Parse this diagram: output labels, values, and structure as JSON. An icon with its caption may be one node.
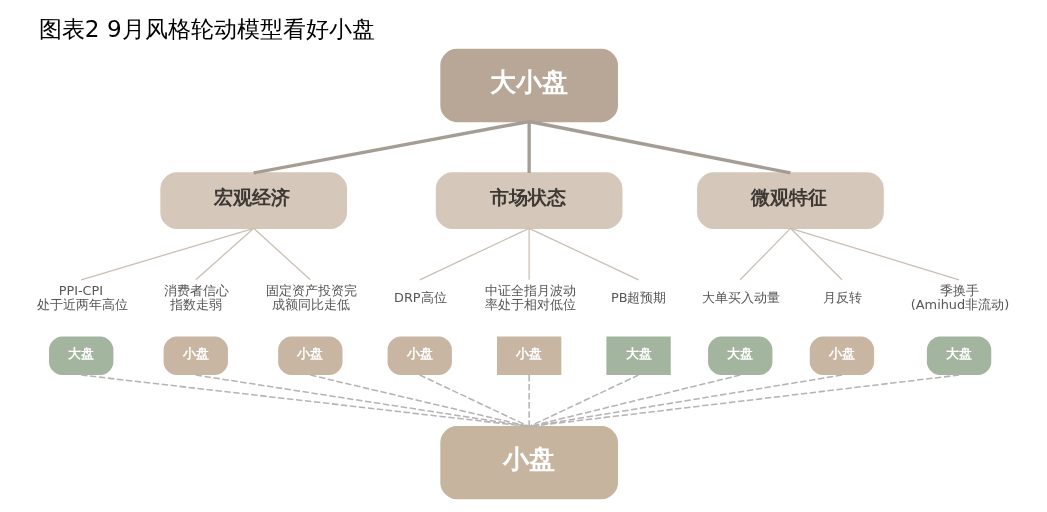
{
  "diagram": {
    "title": "图表2 9月风格轮动模型看好小盘",
    "nodes": [
      {
        "text": [
          "大小盘"
        ]
      },
      {
        "text": [
          "宏观经济"
        ]
      },
      {
        "text": [
          "市场状态"
        ]
      },
      {
        "text": [
          "微观特征"
        ]
      },
      {
        "text": [
          "PPI-CPI处于近两年高位",
          "大盘"
        ]
      },
      {
        "text": [
          "消费者信心指数走弱",
          "小盘"
        ]
      },
      {
        "text": [
          "固定资产投资完成额同比走低",
          "小盘"
        ]
      },
      {
        "text": [
          "DRP高位",
          "小盘"
        ]
      },
      {
        "text": [
          "中证全指月波动率处于相对低位",
          "小盘"
        ]
      },
      {
        "text": [
          "PB超预期",
          "大盘"
        ]
      },
      {
        "text": [
          "大单买入动量",
          "大盘"
        ]
      },
      {
        "text": [
          "月反转",
          "小盘"
        ]
      },
      {
        "text": [
          "季换手(Amihud非流动)",
          "大盘"
        ]
      },
      {
        "text": [
          "小盘"
        ]
      }
    ],
    "edges": [
      {
        "from": 0,
        "to": 1,
        "arrow": "none",
        "style": "thick",
        "color": "#a59d93"
      },
      {
        "from": 0,
        "to": 2,
        "arrow": "none",
        "style": "thick",
        "color": "#a59d93"
      },
      {
        "from": 0,
        "to": 3,
        "arrow": "none",
        "style": "thick",
        "color": "#a59d93"
      },
      {
        "from": 1,
        "to": 4,
        "arrow": "none"
      },
      {
        "from": 1,
        "to": 5,
        "arrow": "none"
      },
      {
        "from": 1,
        "to": 6,
        "arrow": "none"
      },
      {
        "from": 2,
        "to": 7,
        "arrow": "none"
      },
      {
        "from": 2,
        "to": 8,
        "arrow": "none"
      },
      {
        "from": 2,
        "to": 9,
        "arrow": "none"
      },
      {
        "from": 3,
        "to": 10,
        "arrow": "none"
      },
      {
        "from": 3,
        "to": 11,
        "arrow": "none"
      },
      {
        "from": 3,
        "to": 12,
        "arrow": "none"
      },
      {
        "from": 4,
        "to": 13,
        "arrow": "none",
        "style": "dashed",
        "color": "#b4b4b4"
      },
      {
        "from": 5,
        "to": 13,
        "arrow": "none",
        "style": "dashed",
        "color": "#b4b4b4"
      },
      {
        "from": 6,
        "to": 13,
        "arrow": "none",
        "style": "dashed",
        "color": "#b4b4b4"
      },
      {
        "from": 7,
        "to": 13,
        "arrow": "none",
        "style": "dashed",
        "color": "#b4b4b4"
      },
      {
        "from": 8,
        "to": 13,
        "arrow": "none",
        "style": "dashed",
        "color": "#b4b4b4"
      },
      {
        "from": 9,
        "to": 13,
        "arrow": "none",
        "style": "dashed",
        "color": "#b4b4b4"
      },
      {
        "from": 10,
        "to": 13,
        "arrow": "none",
        "style": "dashed",
        "color": "#b4b4b4"
      },
      {
        "from": 11,
        "to": 13,
        "arrow": "none",
        "style": "dashed",
        "color": "#b4b4b4"
      },
      {
        "from": 12,
        "to": 13,
        "arrow": "none",
        "style": "dashed",
        "color": "#b4b4b4"
      }
    ]
  }
}
